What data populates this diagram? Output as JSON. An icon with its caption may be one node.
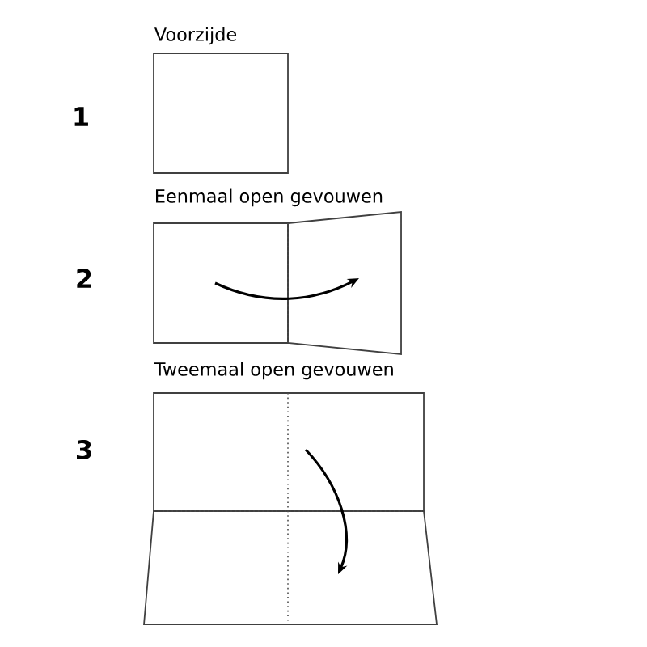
{
  "diagram": {
    "nodes": [
      {
        "text": [
          "Voorzijde"
        ]
      },
      {
        "text": [
          "Eenmaal open gevouwen"
        ]
      },
      {
        "text": [
          "Tweemaal open gevouwen"
        ]
      }
    ],
    "labels": [
      "1",
      "2",
      "3"
    ]
  }
}
